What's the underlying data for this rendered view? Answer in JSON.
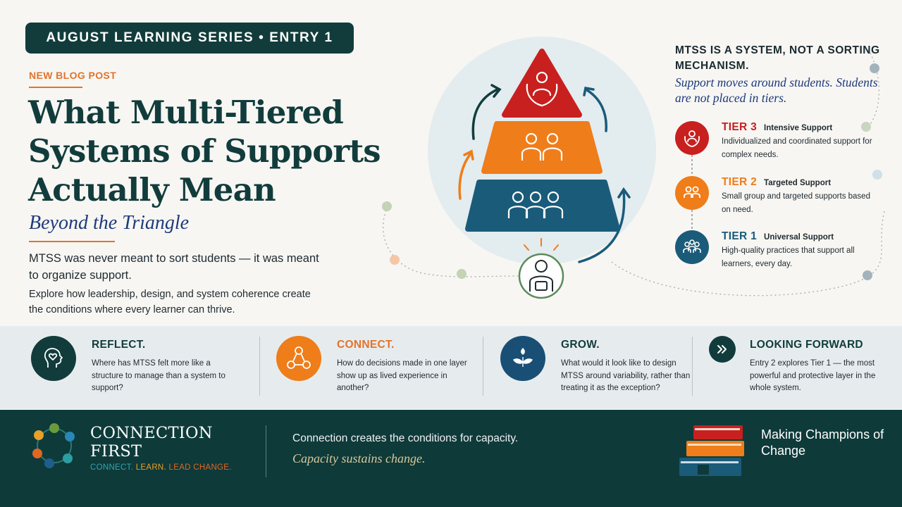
{
  "header": {
    "series_badge": "AUGUST LEARNING SERIES • ENTRY 1",
    "kicker": "NEW BLOG POST",
    "title": "What Multi-Tiered Systems of Supports Actually Mean",
    "subtitle": "Beyond the Triangle",
    "lead": "MTSS was never meant to sort students — it was meant to organize support.",
    "body": "Explore how leadership, design, and system coherence create the conditions where every learner can thrive."
  },
  "system": {
    "heading": "MTSS IS A SYSTEM, NOT A SORTING MECHANISM.",
    "subheading": "Support moves around students. Students are not placed in tiers."
  },
  "tiers": [
    {
      "name": "TIER 3",
      "type": "Intensive Support",
      "desc": "Individualized and coordinated support for complex needs.",
      "color": "#c8201f",
      "icon": "hands-person-icon"
    },
    {
      "name": "TIER 2",
      "type": "Targeted Support",
      "desc": "Small group and targeted supports based on need.",
      "color": "#ef7d1a",
      "icon": "small-group-icon"
    },
    {
      "name": "TIER 1",
      "type": "Universal Support",
      "desc": "High-quality practices that support all learners, every day.",
      "color": "#1a5b7a",
      "icon": "all-learners-icon"
    }
  ],
  "reflections": [
    {
      "title": "REFLECT.",
      "body": "Where has MTSS felt more like a structure to manage than a system to support?",
      "color": "#123c3c",
      "title_color": "#123c3c",
      "icon": "head-heart-icon"
    },
    {
      "title": "CONNECT.",
      "body": "How do decisions made in one layer show up as lived experience in another?",
      "color": "#ef7d1a",
      "title_color": "#e2732a",
      "icon": "network-icon"
    },
    {
      "title": "GROW.",
      "body": "What would it look like to design MTSS around variability, rather than treating it as the exception?",
      "color": "#1a4f75",
      "title_color": "#123c3c",
      "icon": "sprout-icon"
    },
    {
      "title": "LOOKING FORWARD",
      "body": "Entry 2 explores Tier 1 — the most powerful and protective layer in the whole system.",
      "color": "#123c3c",
      "title_color": "#123c3c",
      "icon": "double-chevron-icon"
    }
  ],
  "footer": {
    "brand_title": "CONNECTION FIRST",
    "brand_tag": {
      "part1": "CONNECT.",
      "part2": "LEARN.",
      "part3": "LEAD CHANGE."
    },
    "line1": "Connection creates the conditions for capacity.",
    "line2": "Capacity sustains change.",
    "champions": "Making Champions of Change"
  },
  "colors": {
    "teal_dark": "#123c3c",
    "orange": "#ef7d1a",
    "red": "#c8201f",
    "blue": "#1a5b7a",
    "navy_italic": "#1e3a7a"
  }
}
